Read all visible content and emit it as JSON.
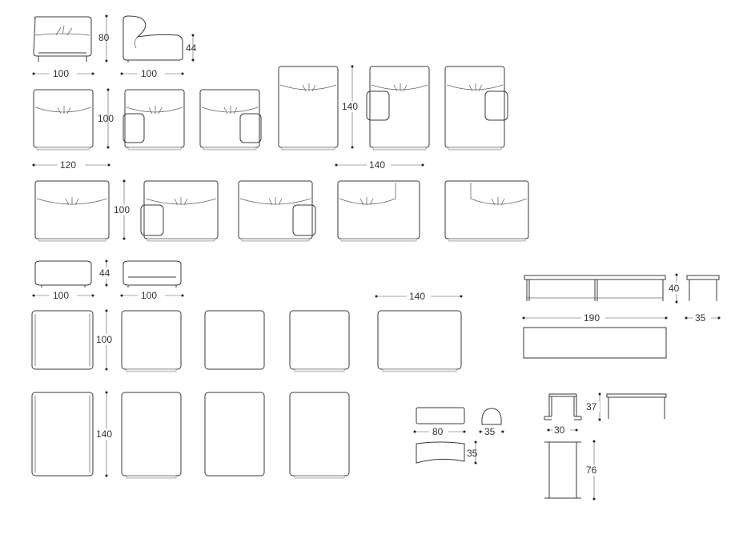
{
  "diagram": {
    "labels": {
      "sofa_row1_height": "80",
      "armchair_side_height": "44",
      "sofa_row1_width_a": "100",
      "sofa_row1_width_b": "100",
      "module_100_depth": "100",
      "module_140_depth": "140",
      "module_120_width": "120",
      "module_140_width": "140",
      "corner_row_depth": "100",
      "pouf_side_height": "44",
      "pouf_width_a": "100",
      "pouf_width_b": "100",
      "pouf_top_depth": "100",
      "pouf_large_width": "140",
      "pouf_large_depth": "140",
      "long_table_height": "40",
      "long_table_width": "190",
      "long_table_depth": "35",
      "bench_width": "80",
      "bench_depth": "35",
      "bench_side": "35",
      "side_table_height": "37",
      "side_table_width": "30",
      "side_table_length": "76"
    }
  }
}
